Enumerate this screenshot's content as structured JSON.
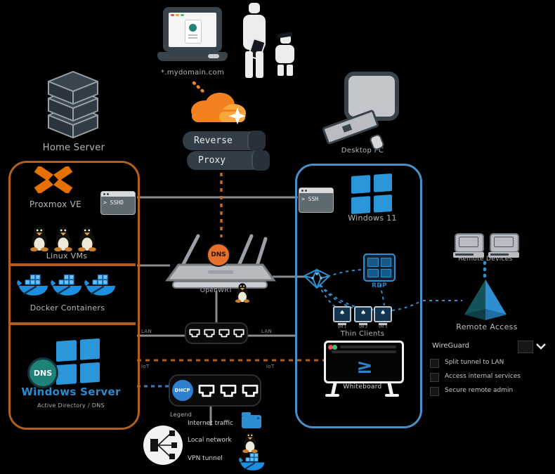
{
  "colors": {
    "background": "#000000",
    "home_box_border": "#b05f1e",
    "remote_box_border": "#4b8fc9",
    "proxmox_orange": "#e57000",
    "cloudflare_orange": "#f48120",
    "accent_blue": "#2e8fd0",
    "docker_blue": "#1d8fe1",
    "dns_teal": "#1f8178",
    "router_dns_badge": "#e8702a",
    "dhcp_badge": "#2e7fd0"
  },
  "icons": {
    "sparkle": "✦",
    "monitor_glyph": "♠",
    "whiteboard_glyph": "≥"
  },
  "internet": {
    "client_domain": "*.mydomain.com",
    "reverse_proxy_line1": "Reverse",
    "reverse_proxy_line2": "Proxy",
    "router_dns_badge": "DNS"
  },
  "home_server": {
    "title": "Home Server",
    "hypervisor_label": "Proxmox VE",
    "sshd_terminal_text": "> SSHD",
    "vms_label": "Linux VMs",
    "docker_label": "Docker Containers",
    "dns_badge": "DNS",
    "windows_label": "Windows Server",
    "windows_sublabel": "Active Directory / DNS"
  },
  "network": {
    "router_label": "OpenWRT",
    "dhcp_badge": "DHCP",
    "lan_label_left": "LAN",
    "lan_label_right": "LAN",
    "iot_label_left": "IoT",
    "iot_label_right": "IoT",
    "legend_title": "Legend",
    "legend_rows": [
      "Internet traffic",
      "Local network",
      "VPN tunnel"
    ]
  },
  "remote": {
    "desktop_label": "Desktop PC",
    "ssh_terminal_text": "> SSH",
    "windows_label": "Windows 11",
    "rdp_label": "RDP",
    "thin_clients_label": "Thin Clients",
    "thin_client_names": [
      "VM 1",
      "VM 2",
      "VM 3"
    ],
    "whiteboard_label": "Whiteboard",
    "devices_label": "Remote Devices",
    "access_title": "Remote Access",
    "vpn_name": "WireGuard",
    "vpn_bullets": [
      "Split tunnel to LAN",
      "Access internal services",
      "Secure remote admin"
    ]
  }
}
